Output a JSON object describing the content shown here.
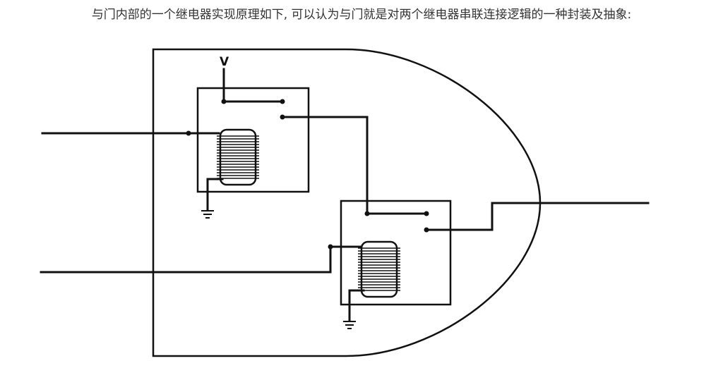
{
  "caption": "与门内部的一个继电器实现原理如下, 可以认为与门就是对两个继电器串联连接逻辑的一种封装及抽象:",
  "diagram": {
    "voltage_label": "V",
    "colors": {
      "line": "#111111",
      "text": "#333333",
      "background": "#ffffff"
    },
    "components": [
      "and-gate-outline",
      "relay-1",
      "relay-2",
      "input-a",
      "input-b",
      "output",
      "ground-1",
      "ground-2"
    ]
  }
}
